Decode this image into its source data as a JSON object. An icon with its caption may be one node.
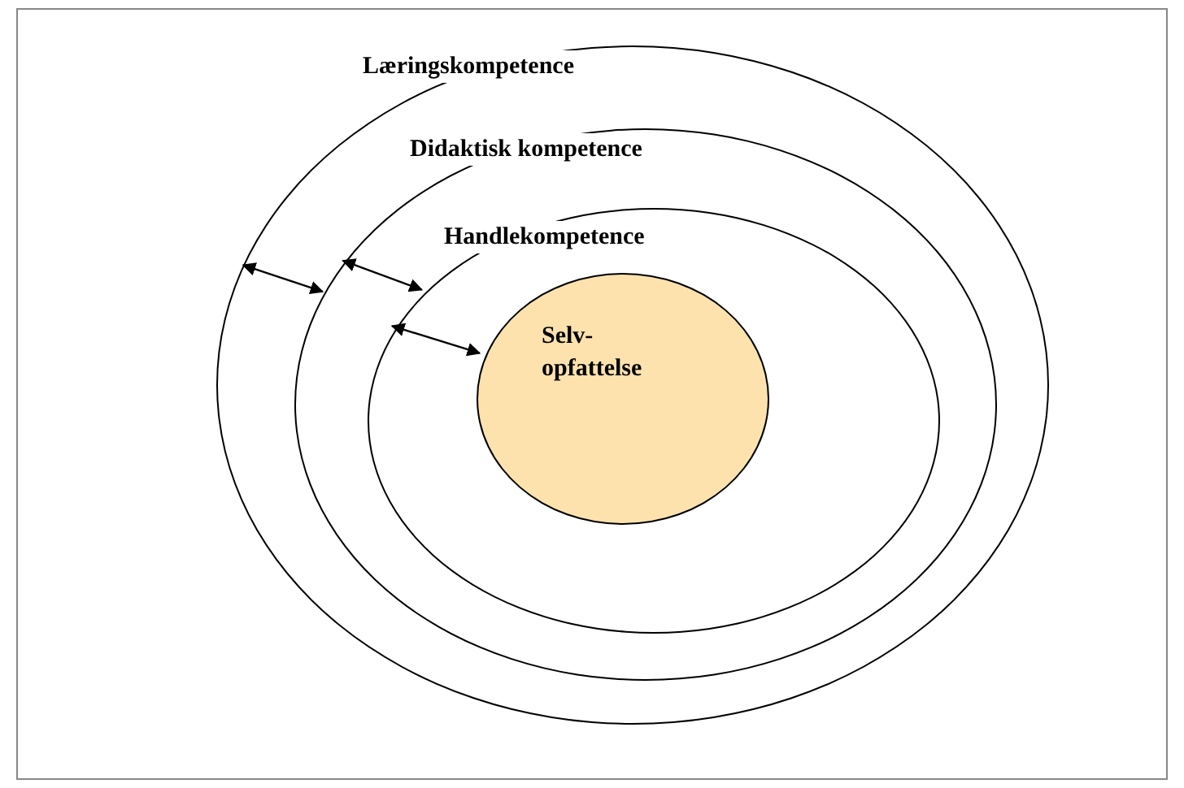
{
  "diagram": {
    "nodes": [
      {
        "text": [
          "Læringskompetence"
        ]
      },
      {
        "text": [
          "Didaktisk kompetence"
        ],
        "in": 0
      },
      {
        "text": [
          "Handlekompetence"
        ],
        "in": 1
      },
      {
        "text": [
          "Selv- opfattelse"
        ],
        "in": 2
      }
    ],
    "edges": [
      {
        "from": 0,
        "to": 1,
        "arrow": "both"
      },
      {
        "from": 1,
        "to": 2,
        "arrow": "both"
      },
      {
        "from": 2,
        "to": 3,
        "arrow": "both"
      }
    ]
  }
}
